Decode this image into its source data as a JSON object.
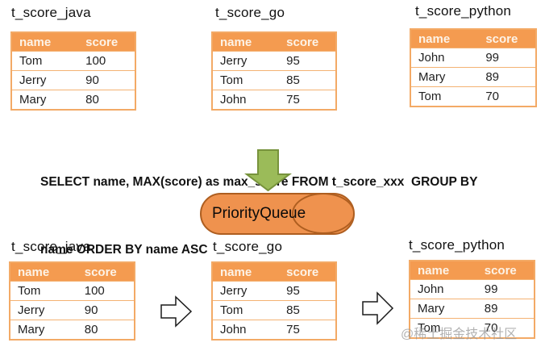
{
  "colors": {
    "header_bg": "#F49B50",
    "header_text": "#FDF3E7",
    "table_border": "#F3AA66",
    "row_divider": "#F4B273",
    "cell_text": "#1f1f1f",
    "title_text": "#121212",
    "sql_text": "#121212",
    "pill_fill": "#EF924E",
    "pill_border": "#AE5E20",
    "arrow_green_fill": "#9BBB59",
    "arrow_green_border": "#77933C",
    "step_arrow_fill": "#FEFEFE",
    "step_arrow_border": "#1a1a1a",
    "watermark_text": "#999999"
  },
  "columns": {
    "name": "name",
    "score": "score"
  },
  "tables": {
    "java": {
      "title": "t_score_java",
      "rows": [
        {
          "name": "Tom",
          "score": "100"
        },
        {
          "name": "Jerry",
          "score": "90"
        },
        {
          "name": "Mary",
          "score": "80"
        }
      ]
    },
    "go": {
      "title": "t_score_go",
      "rows": [
        {
          "name": "Jerry",
          "score": "95"
        },
        {
          "name": "Tom",
          "score": "85"
        },
        {
          "name": "John",
          "score": "75"
        }
      ]
    },
    "python": {
      "title": "t_score_python",
      "rows": [
        {
          "name": "John",
          "score": "99"
        },
        {
          "name": "Mary",
          "score": "89"
        },
        {
          "name": "Tom",
          "score": "70"
        }
      ]
    }
  },
  "sql": {
    "line1": "SELECT name, MAX(score) as max_score FROM t_score_xxx  GROUP BY",
    "line2": "name ORDER BY name ASC"
  },
  "queue": {
    "label": "PriorityQueue"
  },
  "flow": {
    "down_arrow_icon": "green-down-arrow",
    "step_arrow_icon": "right-block-arrow"
  },
  "watermark": {
    "text": "@稀土掘金技术社区"
  }
}
